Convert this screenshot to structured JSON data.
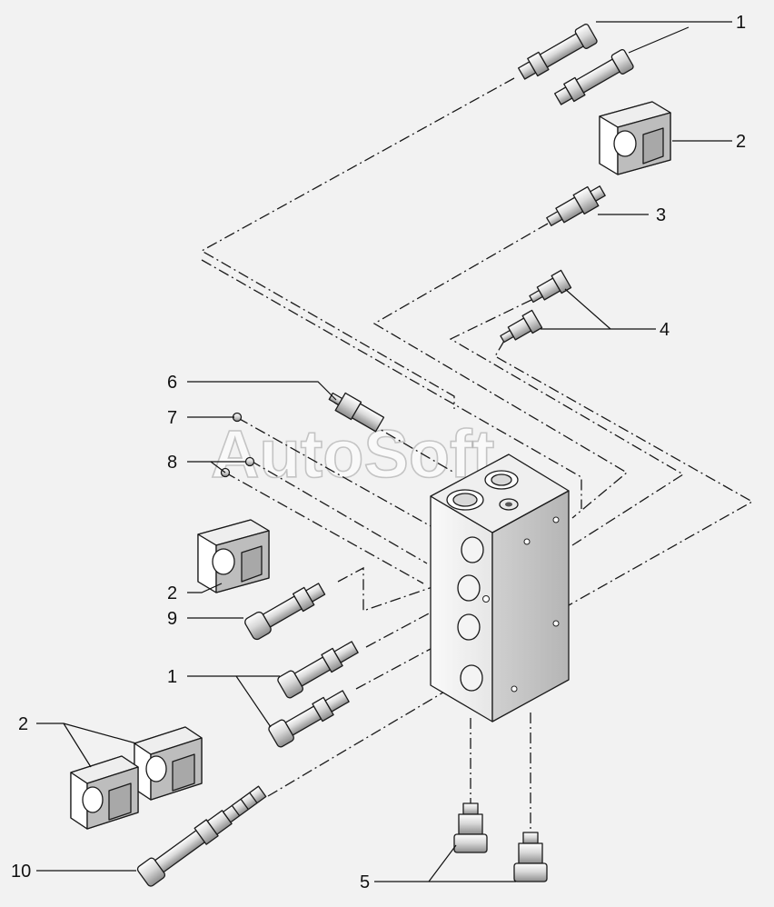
{
  "watermark": "AutoSoft",
  "callouts": {
    "c1_top": "1",
    "c2_top": "2",
    "c3": "3",
    "c4": "4",
    "c6": "6",
    "c7": "7",
    "c8": "8",
    "c2_left": "2",
    "c9": "9",
    "c1_left": "1",
    "c2_bottom": "2",
    "c10": "10",
    "c5": "5"
  }
}
